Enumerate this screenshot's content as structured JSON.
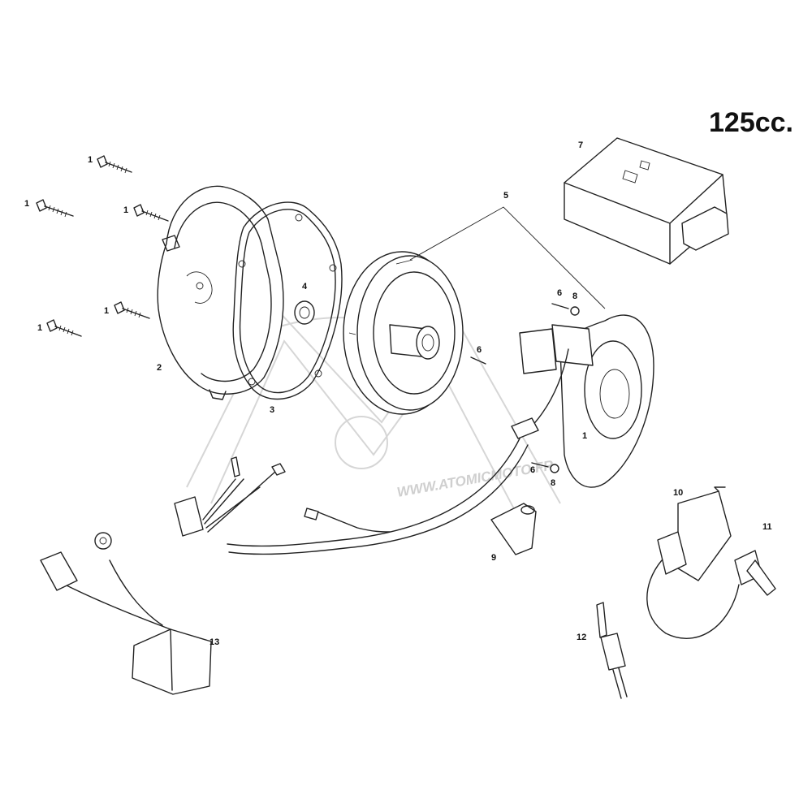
{
  "title": "125cc.",
  "watermark": "WWW.ATOMICMOTO.FR",
  "labels": {
    "p1": "1",
    "p2": "2",
    "p3": "3",
    "p4": "4",
    "p5": "5",
    "p6": "6",
    "p7": "7",
    "p8": "8",
    "p9": "9",
    "p10": "10",
    "p11": "11",
    "p12": "12",
    "p13": "13"
  },
  "colors": {
    "line": "#222222",
    "background": "#ffffff",
    "watermark": "#cfcfcf"
  }
}
